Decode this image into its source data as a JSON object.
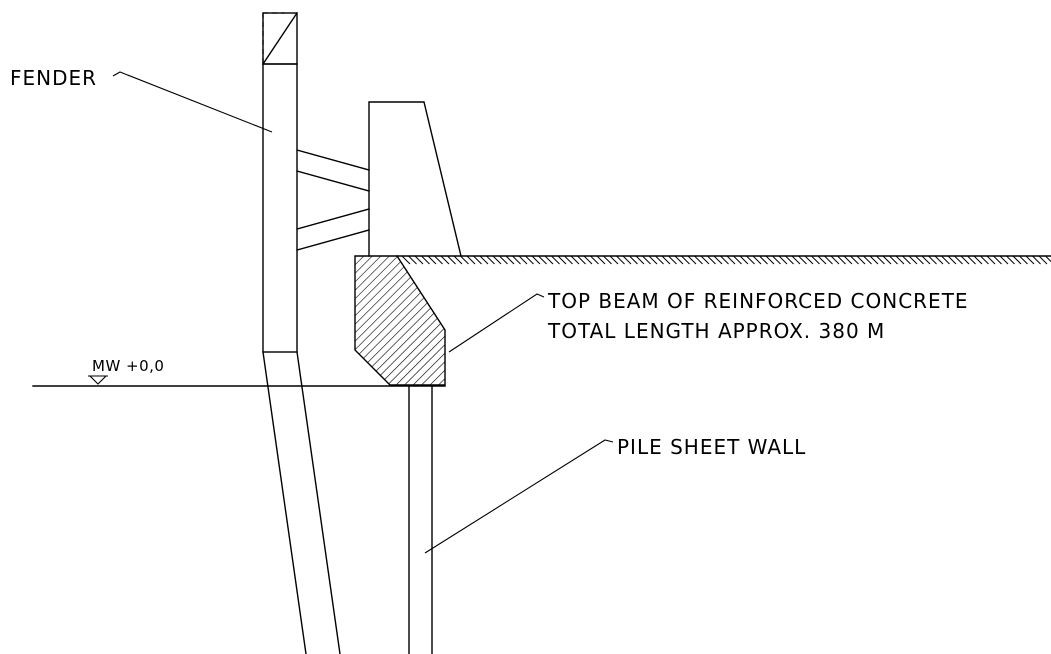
{
  "labels": {
    "fender": "FENDER",
    "top_beam_line1": "TOP BEAM OF REINFORCED CONCRETE",
    "top_beam_line2": "TOTAL LENGTH APPROX. 380 M",
    "pile_sheet_wall": "PILE SHEET WALL",
    "water_level": "MW +0,0"
  },
  "colors": {
    "line": "#000000",
    "background": "#ffffff"
  }
}
